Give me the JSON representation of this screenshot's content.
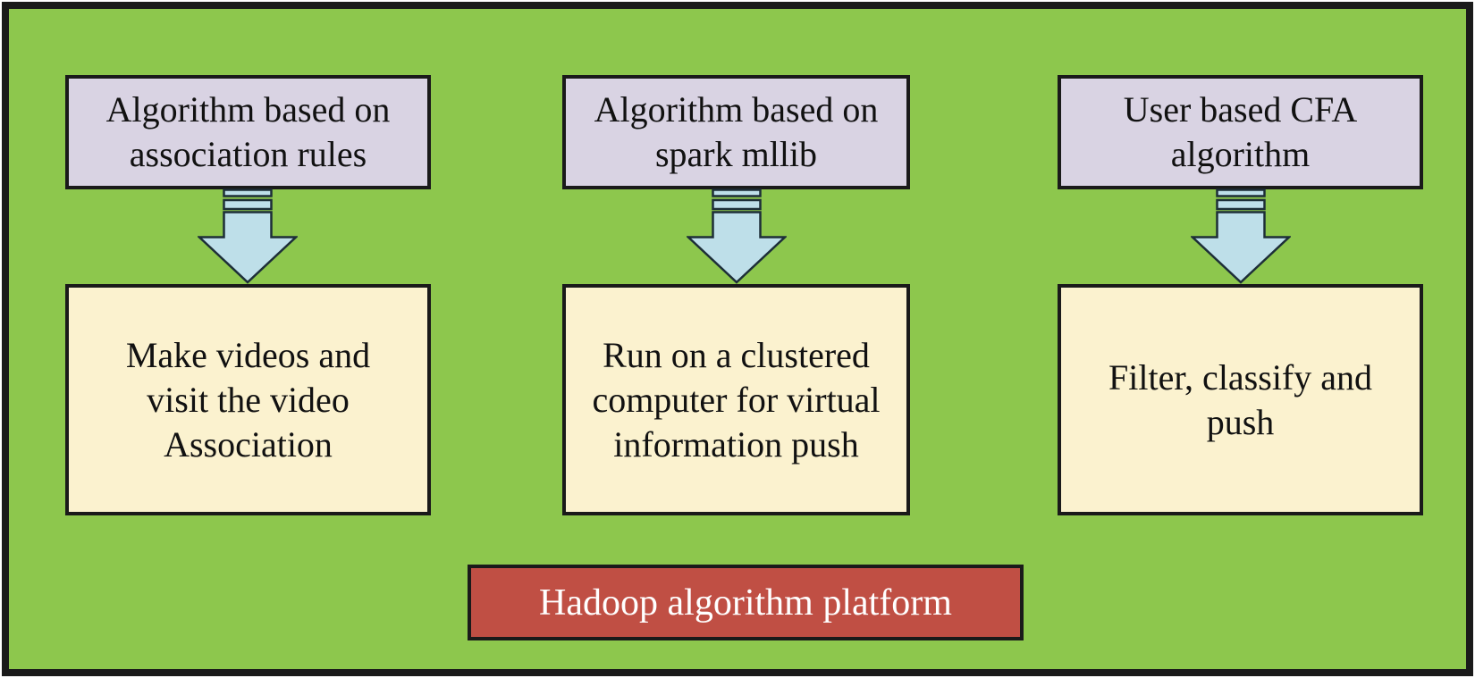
{
  "colors": {
    "background_green": "#8dc74d",
    "frame_border": "#1a1a1a",
    "algorithm_box_fill": "#d9d3e3",
    "action_box_fill": "#fbf2cf",
    "platform_box_fill": "#c04f44",
    "platform_text": "#ffffff",
    "arrow_fill": "#bedfe9",
    "arrow_outline": "#1d2e38",
    "box_text": "#111111"
  },
  "columns": [
    {
      "algorithm_text": "Algorithm based on association rules",
      "algorithm_lines": [
        "Algorithm based on",
        "association rules"
      ],
      "action_text": "Make videos and visit the video Association",
      "action_lines": [
        "Make videos and",
        "visit the video",
        "Association"
      ]
    },
    {
      "algorithm_text": "Algorithm based on spark mllib",
      "algorithm_lines": [
        "Algorithm based on",
        "spark mllib"
      ],
      "action_text": "Run on a clustered computer for virtual information push",
      "action_lines": [
        "Run on a clustered",
        "computer for virtual",
        "information push"
      ]
    },
    {
      "algorithm_text": "User based CFA algorithm",
      "algorithm_lines": [
        "User based CFA",
        "algorithm"
      ],
      "action_text": "Filter, classify and push",
      "action_lines": [
        "Filter, classify and",
        "push"
      ]
    }
  ],
  "platform_label": "Hadoop algorithm platform",
  "icons": {
    "down_arrow": "striped-down-arrow-icon"
  }
}
